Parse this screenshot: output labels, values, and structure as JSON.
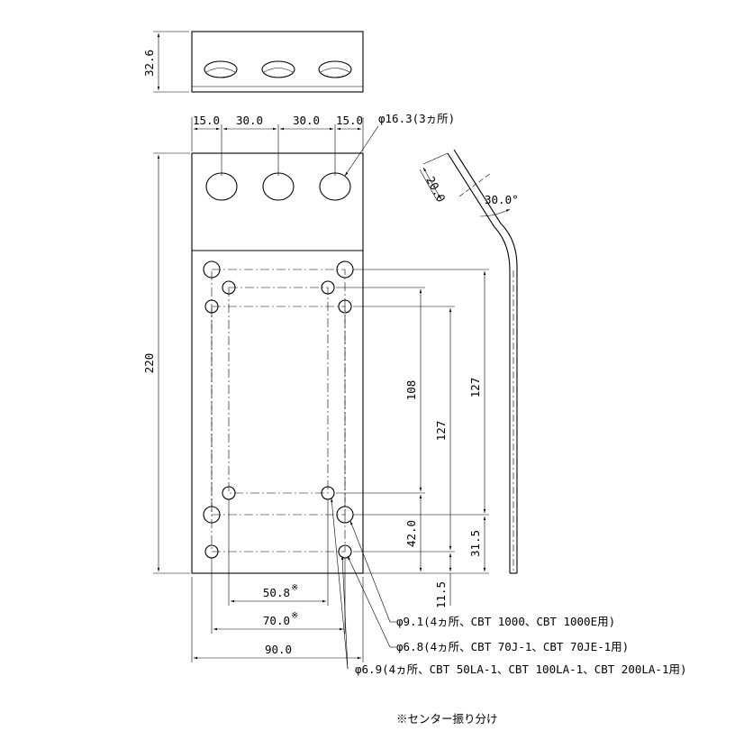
{
  "drawing": {
    "top_view_height": "32.6",
    "spacing": [
      "15.0",
      "30.0",
      "30.0",
      "15.0"
    ],
    "hole_large": "φ16.3(3ヵ所)",
    "total_height": "220",
    "bend_thickness": "20.0",
    "bend_angle": "30.0°",
    "dim_108": "108",
    "dim_127_inner": "127",
    "dim_127_outer": "127",
    "dim_42": "42.0",
    "dim_31_5": "31.5",
    "dim_11_5": "11.5",
    "dim_50_8": "50.8",
    "dim_70_0": "70.0",
    "mark": "※",
    "dim_90_0": "90.0",
    "note_91": "φ9.1(4ヵ所、CBT 1000、CBT 1000E用)",
    "note_68": "φ6.8(4ヵ所、CBT 70J-1、CBT 70JE-1用)",
    "note_69": "φ6.9(4ヵ所、CBT 50LA-1、CBT 100LA-1、CBT 200LA-1用)",
    "footnote": "※センター振り分け"
  }
}
